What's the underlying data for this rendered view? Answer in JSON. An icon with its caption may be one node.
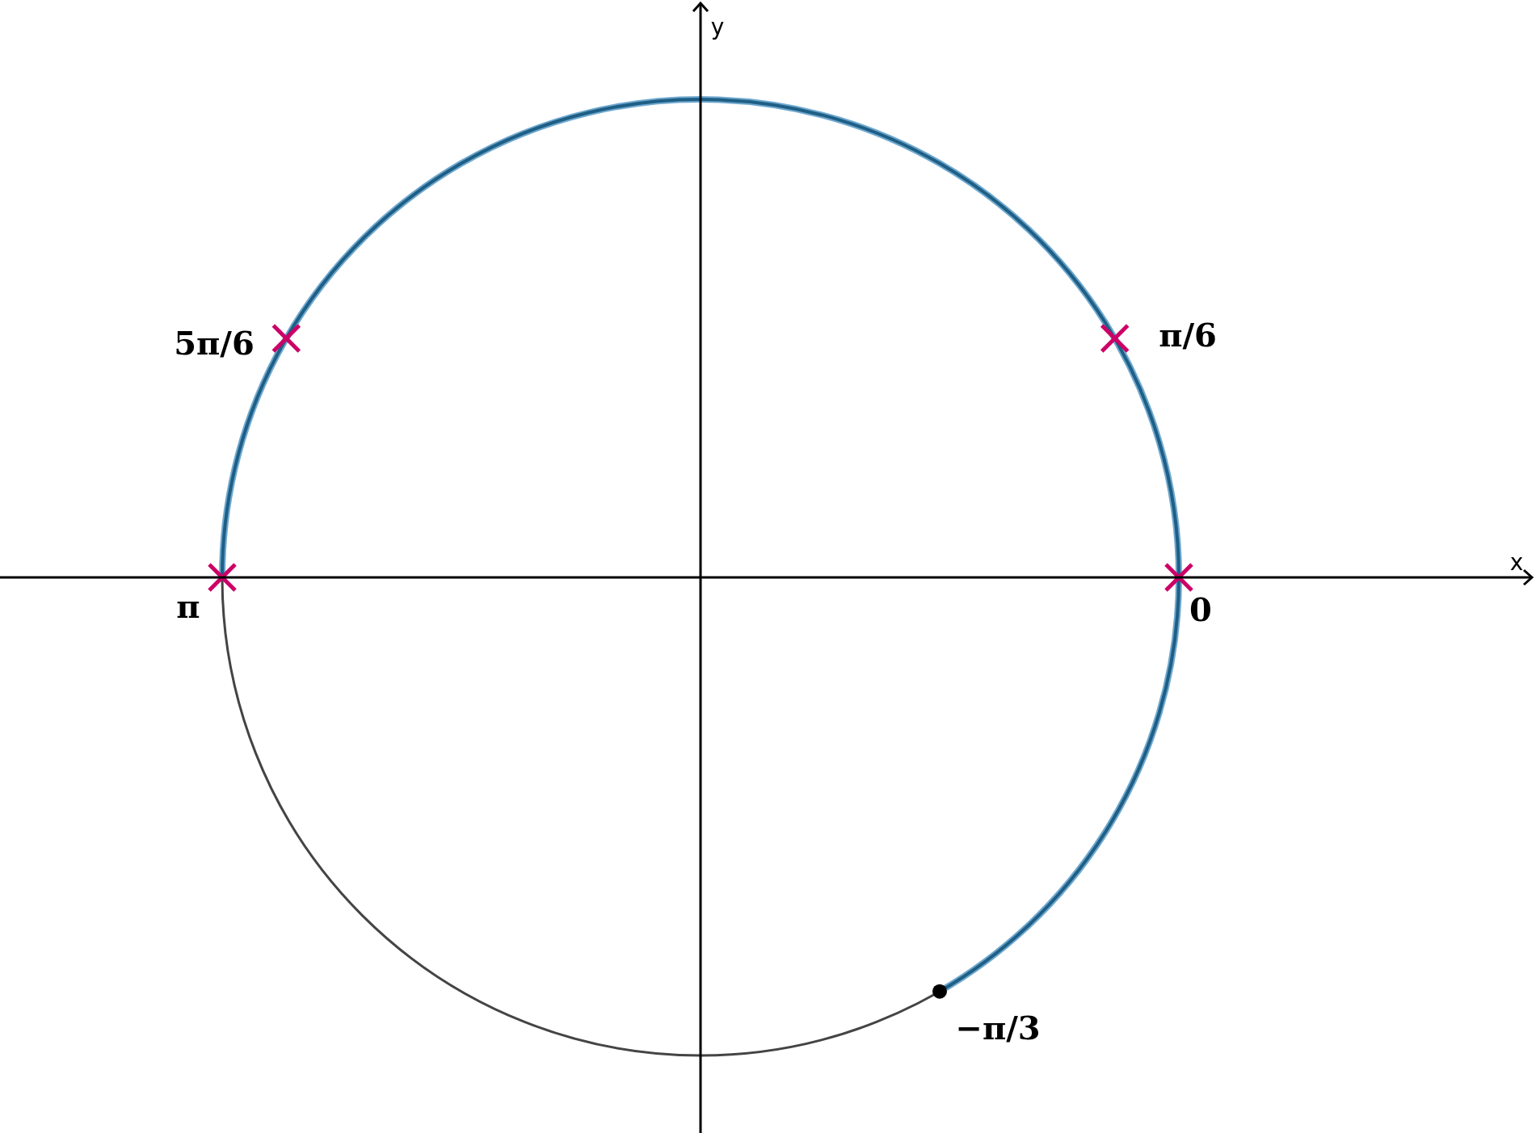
{
  "diagram": {
    "labels": [
      "y",
      "x",
      "5π/6",
      "π/6",
      "π",
      "0",
      "−π/3"
    ]
  }
}
